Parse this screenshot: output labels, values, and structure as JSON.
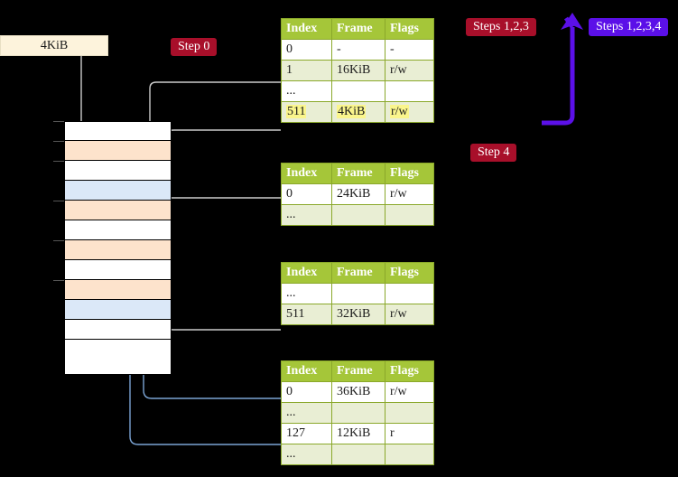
{
  "diagram": {
    "title_badges": {
      "step0": "Step 0",
      "step4": "Step 4",
      "steps123": "Steps 1,2,3",
      "steps1234": "Steps 1,2,3,4"
    },
    "size_box": {
      "label": "4KiB"
    },
    "colors": {
      "badge_red": "#a80f2a",
      "badge_violet": "#5b10e8",
      "table_header": "#a5c639",
      "table_alt_row": "#e9eed4",
      "highlight": "#faf58c",
      "memory_peach": "#fde3cc",
      "memory_blue": "#dbe8f8",
      "connector_gray": "#cccccc",
      "connector_blue": "#7ba4d4",
      "arrow_gray": "#bbbbbb",
      "arrow_blue": "#3a6ea5",
      "size_box_fill": "#fdf3dc"
    },
    "tables": [
      {
        "name": "pml4-table",
        "headers": [
          "Index",
          "Frame",
          "Flags"
        ],
        "rows": [
          {
            "cells": [
              "0",
              "-",
              "-"
            ],
            "alt": false,
            "highlight": false
          },
          {
            "cells": [
              "1",
              "16KiB",
              "r/w"
            ],
            "alt": true,
            "highlight": false
          },
          {
            "cells": [
              "...",
              "",
              ""
            ],
            "alt": false,
            "highlight": false
          },
          {
            "cells": [
              "511",
              "4KiB",
              "r/w"
            ],
            "alt": true,
            "highlight": true
          }
        ]
      },
      {
        "name": "pdpt-table",
        "headers": [
          "Index",
          "Frame",
          "Flags"
        ],
        "rows": [
          {
            "cells": [
              "0",
              "24KiB",
              "r/w"
            ],
            "alt": false,
            "highlight": false
          },
          {
            "cells": [
              "...",
              "",
              ""
            ],
            "alt": true,
            "highlight": false
          }
        ]
      },
      {
        "name": "pd-table",
        "headers": [
          "Index",
          "Frame",
          "Flags"
        ],
        "rows": [
          {
            "cells": [
              "...",
              "",
              ""
            ],
            "alt": false,
            "highlight": false
          },
          {
            "cells": [
              "511",
              "32KiB",
              "r/w"
            ],
            "alt": true,
            "highlight": false
          }
        ]
      },
      {
        "name": "pt-table",
        "headers": [
          "Index",
          "Frame",
          "Flags"
        ],
        "rows": [
          {
            "cells": [
              "0",
              "36KiB",
              "r/w"
            ],
            "alt": false,
            "highlight": false
          },
          {
            "cells": [
              "...",
              "",
              ""
            ],
            "alt": true,
            "highlight": false
          },
          {
            "cells": [
              "127",
              "12KiB",
              "r"
            ],
            "alt": false,
            "highlight": false
          },
          {
            "cells": [
              "...",
              "",
              ""
            ],
            "alt": true,
            "highlight": false
          }
        ]
      }
    ],
    "memory_column": {
      "name": "physical-memory-column",
      "rows": [
        {
          "fill": "white",
          "tick": true
        },
        {
          "fill": "peach",
          "tick": true
        },
        {
          "fill": "white",
          "tick": true
        },
        {
          "fill": "blue",
          "tick": false
        },
        {
          "fill": "peach",
          "tick": true
        },
        {
          "fill": "white",
          "tick": false
        },
        {
          "fill": "peach",
          "tick": true
        },
        {
          "fill": "white",
          "tick": false
        },
        {
          "fill": "peach",
          "tick": true
        },
        {
          "fill": "blue",
          "tick": false
        },
        {
          "fill": "white",
          "tick": false
        },
        {
          "fill": "white",
          "tick": false
        },
        {
          "fill": "white",
          "tick": false
        }
      ]
    }
  }
}
